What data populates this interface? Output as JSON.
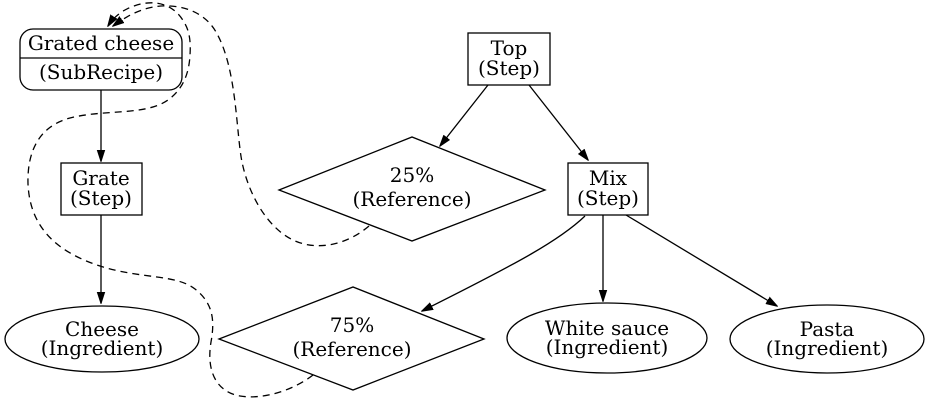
{
  "diagram": {
    "background": "#ffffff",
    "stroke_color": "#000000",
    "nodes": {
      "grated_cheese": {
        "title": "Grated cheese",
        "type_label": "(SubRecipe)",
        "shape": "rounded-record"
      },
      "top": {
        "title": "Top",
        "type_label": "(Step)",
        "shape": "box"
      },
      "ref_25": {
        "title": "25%",
        "type_label": "(Reference)",
        "shape": "diamond"
      },
      "mix": {
        "title": "Mix",
        "type_label": "(Step)",
        "shape": "box"
      },
      "grate": {
        "title": "Grate",
        "type_label": "(Step)",
        "shape": "box"
      },
      "cheese": {
        "title": "Cheese",
        "type_label": "(Ingredient)",
        "shape": "ellipse"
      },
      "ref_75": {
        "title": "75%",
        "type_label": "(Reference)",
        "shape": "diamond"
      },
      "white_sauce": {
        "title": "White sauce",
        "type_label": "(Ingredient)",
        "shape": "ellipse"
      },
      "pasta": {
        "title": "Pasta",
        "type_label": "(Ingredient)",
        "shape": "ellipse"
      }
    },
    "edges": [
      {
        "from": "grated_cheese",
        "to": "grate",
        "style": "solid"
      },
      {
        "from": "grate",
        "to": "cheese",
        "style": "solid"
      },
      {
        "from": "top",
        "to": "ref_25",
        "style": "solid"
      },
      {
        "from": "top",
        "to": "mix",
        "style": "solid"
      },
      {
        "from": "mix",
        "to": "ref_75",
        "style": "solid"
      },
      {
        "from": "mix",
        "to": "white_sauce",
        "style": "solid"
      },
      {
        "from": "mix",
        "to": "pasta",
        "style": "solid"
      },
      {
        "from": "ref_25",
        "to": "grated_cheese",
        "style": "dashed"
      },
      {
        "from": "ref_75",
        "to": "grated_cheese",
        "style": "dashed"
      }
    ]
  }
}
